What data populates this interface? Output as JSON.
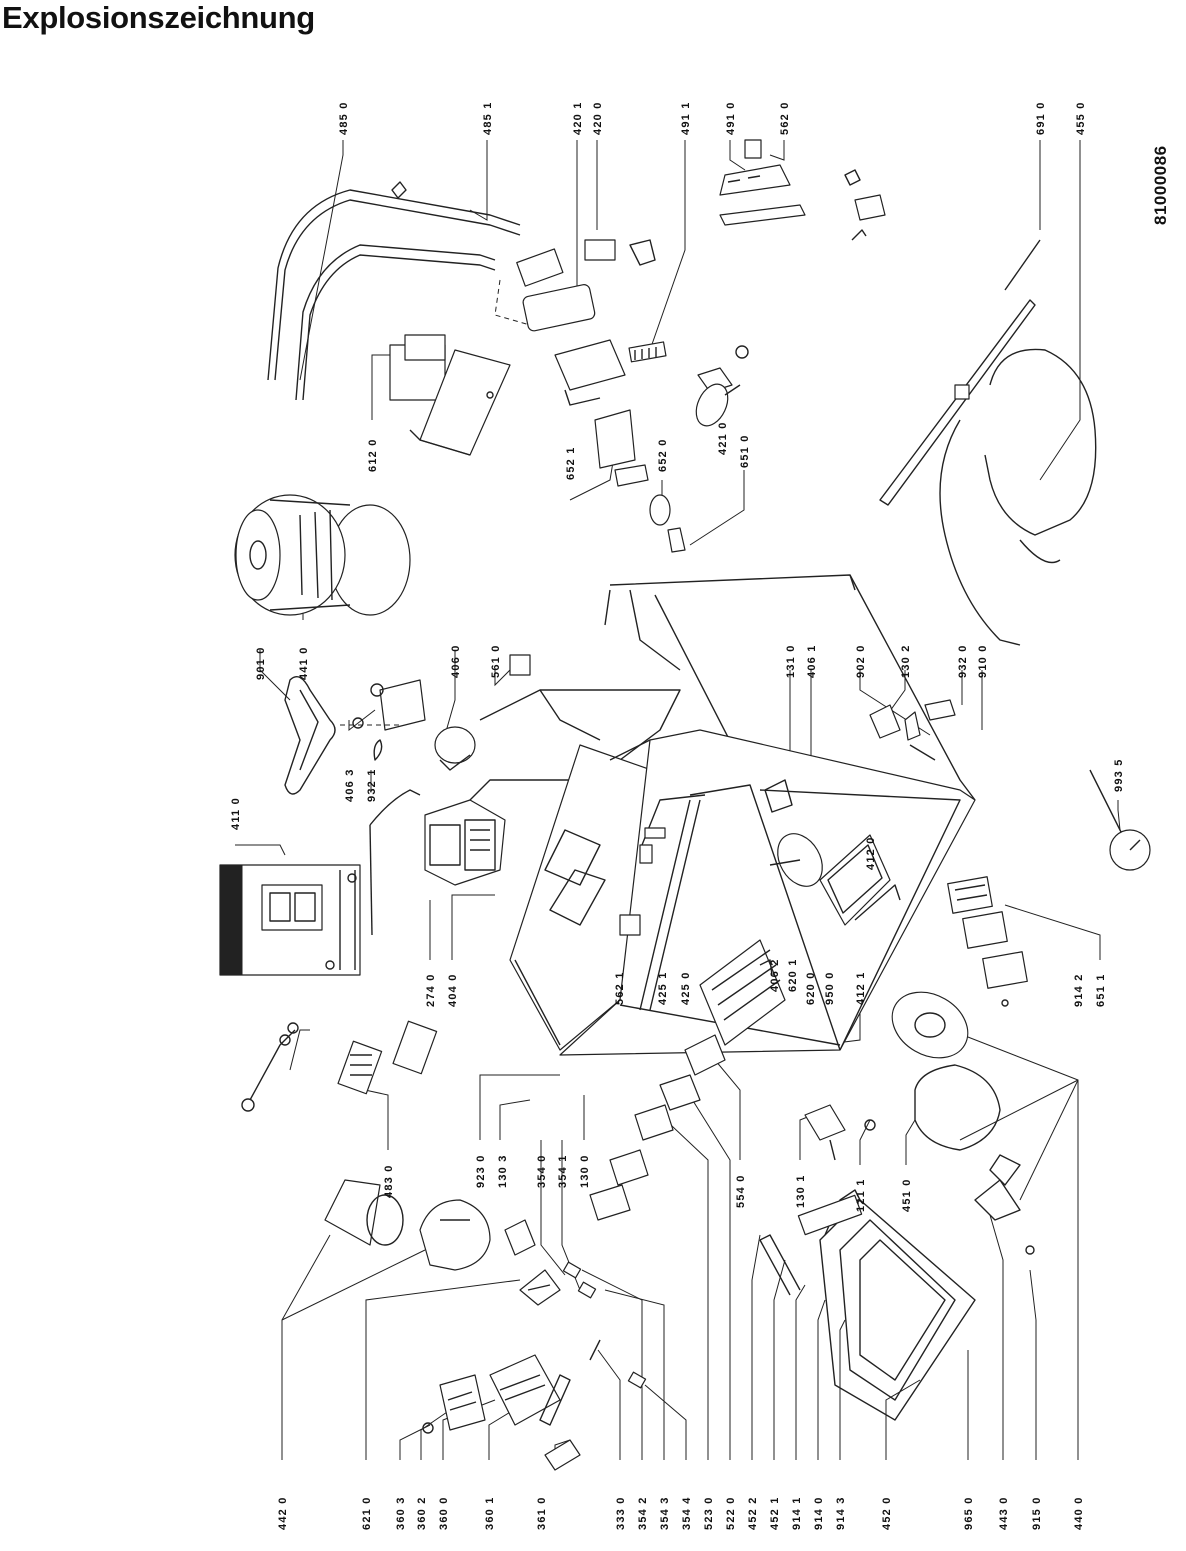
{
  "title": "Explosionszeichnung",
  "document_number": "81000086",
  "part_labels": {
    "top_row": [
      "485 0",
      "485 1",
      "420 1",
      "420 0",
      "491 1",
      "491 0",
      "562 0",
      "691 0",
      "455 0"
    ],
    "upper_mid": [
      "612 0",
      "652 1",
      "652 0",
      "421 0",
      "651 0"
    ],
    "middle_row": [
      "901 0",
      "441 0",
      "406 0",
      "561 0",
      "131 0",
      "406 1",
      "902 0",
      "130 2",
      "932 0",
      "910 0"
    ],
    "center_row": [
      "411 0",
      "406 3",
      "932 1",
      "993 5",
      "274 0",
      "404 0",
      "562 1",
      "425 1",
      "425 0",
      "406 2",
      "620 1",
      "620 0",
      "950 0",
      "412 1",
      "412 0",
      "914 2",
      "651 1"
    ],
    "lower_mid": [
      "483 0",
      "923 0",
      "130 3",
      "354 0",
      "354 1",
      "130 0",
      "554 0",
      "130 1",
      "121 1",
      "451 0"
    ],
    "bottom_row": [
      "442 0",
      "621 0",
      "360 3",
      "360 2",
      "360 0",
      "360 1",
      "361 0",
      "333 0",
      "354 2",
      "354 3",
      "354 4",
      "523 0",
      "522 0",
      "452 2",
      "452 1",
      "914 1",
      "914 0",
      "914 3",
      "452 0",
      "965 0",
      "443 0",
      "915 0",
      "440 0"
    ]
  }
}
